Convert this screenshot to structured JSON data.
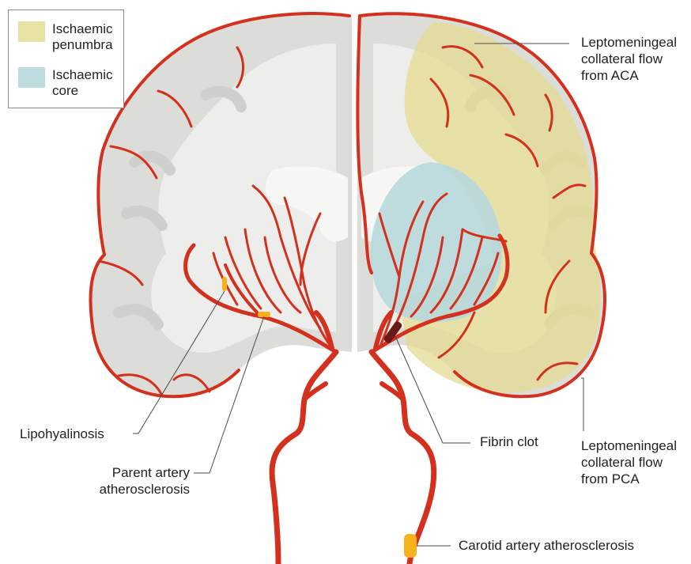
{
  "legend": {
    "items": [
      {
        "label": "Ischaemic penumbra",
        "color": "#e8e4a8"
      },
      {
        "label": "Ischaemic core",
        "color": "#bcdce0"
      }
    ]
  },
  "callouts": {
    "aca": "Leptomeningeal collateral flow from ACA",
    "pca": "Leptomeningeal collateral flow from PCA",
    "fibrin": "Fibrin clot",
    "lipo": "Lipohyalinosis",
    "parent": "Parent artery atherosclerosis",
    "carotid": "Carotid artery atherosclerosis"
  },
  "colors": {
    "artery": "#d4301e",
    "brain_outer": "#dcdcd9",
    "brain_inner": "#ededeb",
    "ventricle": "#f7f7f5",
    "penumbra": "#e8e4a8",
    "core": "#bcdce0",
    "clot": "#6a1a12",
    "plaque": "#f6b21b",
    "leader": "#4a4a4a"
  }
}
